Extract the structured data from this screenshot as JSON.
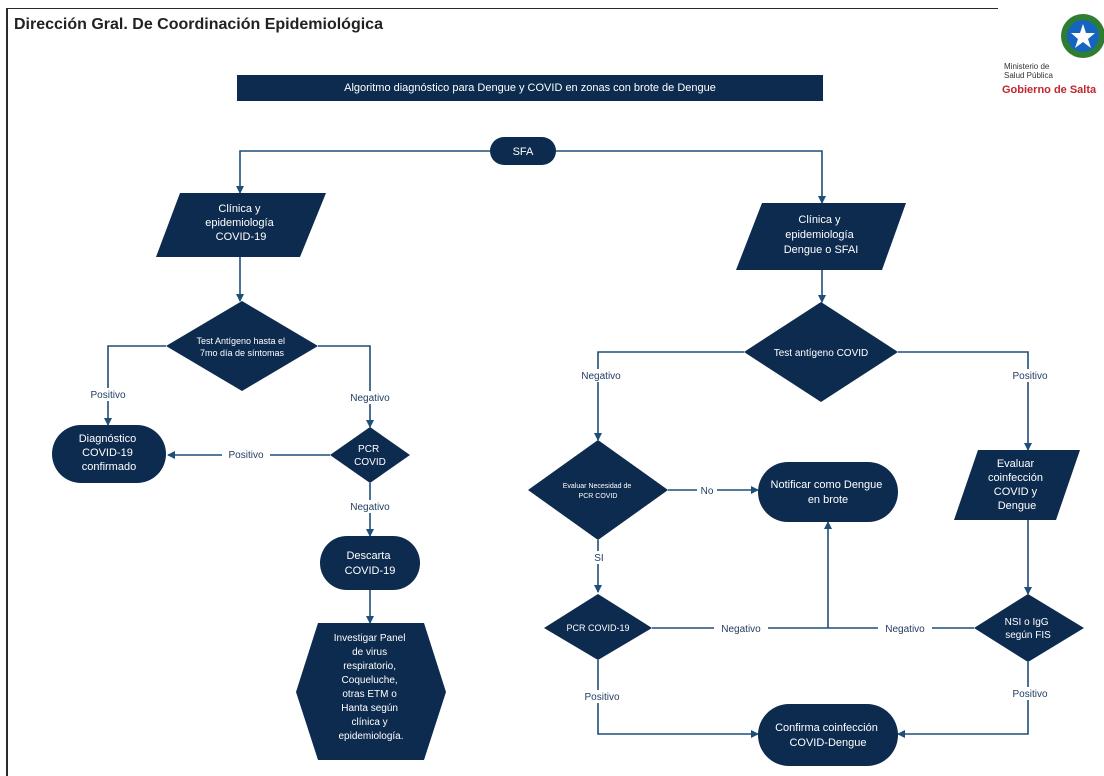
{
  "header": {
    "title": "Dirección Gral. De Coordinación Epidemiológica",
    "banner": "Algoritmo diagnóstico para Dengue y COVID en zonas con brote de Dengue"
  },
  "logo": {
    "ministry_line1": "Ministerio de",
    "ministry_line2": "Salud Pública",
    "government": "Gobierno de Salta"
  },
  "colors": {
    "node_fill": "#0d2b4e",
    "edge": "#1f4e79",
    "label": "#1f3a5f"
  },
  "nodes": {
    "sfa": "SFA",
    "clin_covid": [
      "Clínica y",
      "epidemiología",
      "COVID-19"
    ],
    "clin_dengue": [
      "Clínica y",
      "epidemiología",
      "Dengue o SFAI"
    ],
    "test_antigen_left": [
      "Test Antígeno hasta el",
      "7mo día de síntomas"
    ],
    "test_antigen_right": "Test antígeno COVID",
    "dx_covid": [
      "Diagnóstico",
      "COVID-19",
      "confirmado"
    ],
    "pcr_covid": [
      "PCR",
      "COVID"
    ],
    "descarta": [
      "Descarta",
      "COVID-19"
    ],
    "investigar": [
      "Investigar Panel",
      "de virus",
      "respiratorio,",
      "Coqueluche,",
      "otras ETM o",
      "Hanta según",
      "clínica y",
      "epidemiología."
    ],
    "evaluar_pcr": [
      "Evaluar Necesidad de",
      "PCR COVID"
    ],
    "notificar": [
      "Notificar como Dengue",
      "en brote"
    ],
    "evaluar_coinf": [
      "Evaluar",
      "coinfección",
      "COVID y",
      "Dengue"
    ],
    "pcr_covid19": "PCR COVID-19",
    "nsi_igg": [
      "NSI o IgG",
      "según FIS"
    ],
    "confirma": [
      "Confirma coinfección",
      "COVID-Dengue"
    ]
  },
  "edge_labels": {
    "positivo_left": "Positivo",
    "negativo_left": "Negativo",
    "positivo_pcr": "Positivo",
    "negativo_pcr": "Negativo",
    "negativo_right": "Negativo",
    "positivo_right": "Positivo",
    "no": "No",
    "si": "SI",
    "negativo_pcr19": "Negativo",
    "negativo_nsi": "Negativo",
    "positivo_pcr19": "Positivo",
    "positivo_nsi": "Positivo"
  }
}
